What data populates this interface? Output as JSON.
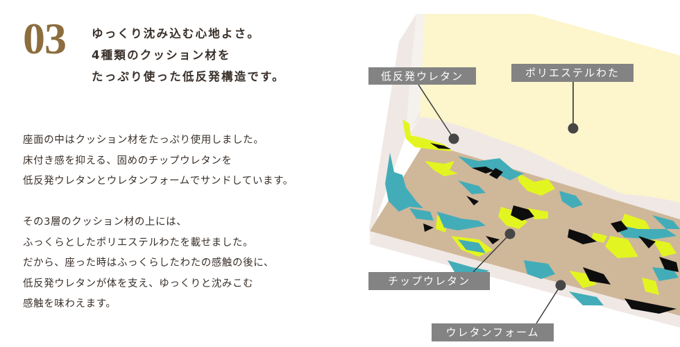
{
  "feature": {
    "number": "03",
    "number_color": "#8c6d3f",
    "headline_lines": [
      "ゆっくり沈み込む心地よさ。",
      "4種類のクッション材を",
      "たっぷり使った低反発構造です。"
    ]
  },
  "description": {
    "paragraphs": [
      [
        "座面の中はクッション材をたっぷり使用しました。",
        "床付き感を抑える、固めのチップウレタンを",
        "低反発ウレタンとウレタンフォームでサンドしています。"
      ],
      [
        "その3層のクッション材の上には、",
        "ふっくらとしたポリエステルわたを載せました。",
        "だから、座った時はふっくらしたわたの感触の後に、",
        "低反発ウレタンが体を支え、ゆっくりと沈みこむ",
        "感触を味わえます。"
      ]
    ]
  },
  "diagram": {
    "colors": {
      "polyester_fill": "#fdf5cb",
      "urethane_layer": "#efe8e4",
      "chip_base": "#cfb79a",
      "chip_yellow": "#e3f520",
      "chip_teal": "#42adb8",
      "chip_black": "#0d0d0d",
      "label_bg": "#838383",
      "marker": "#464646"
    },
    "labels": [
      {
        "id": "low-rebound-urethane",
        "text": "低反発ウレタン"
      },
      {
        "id": "polyester-wadding",
        "text": "ポリエステルわた"
      },
      {
        "id": "chip-urethane",
        "text": "チップウレタン"
      },
      {
        "id": "urethane-foam",
        "text": "ウレタンフォーム"
      }
    ]
  }
}
